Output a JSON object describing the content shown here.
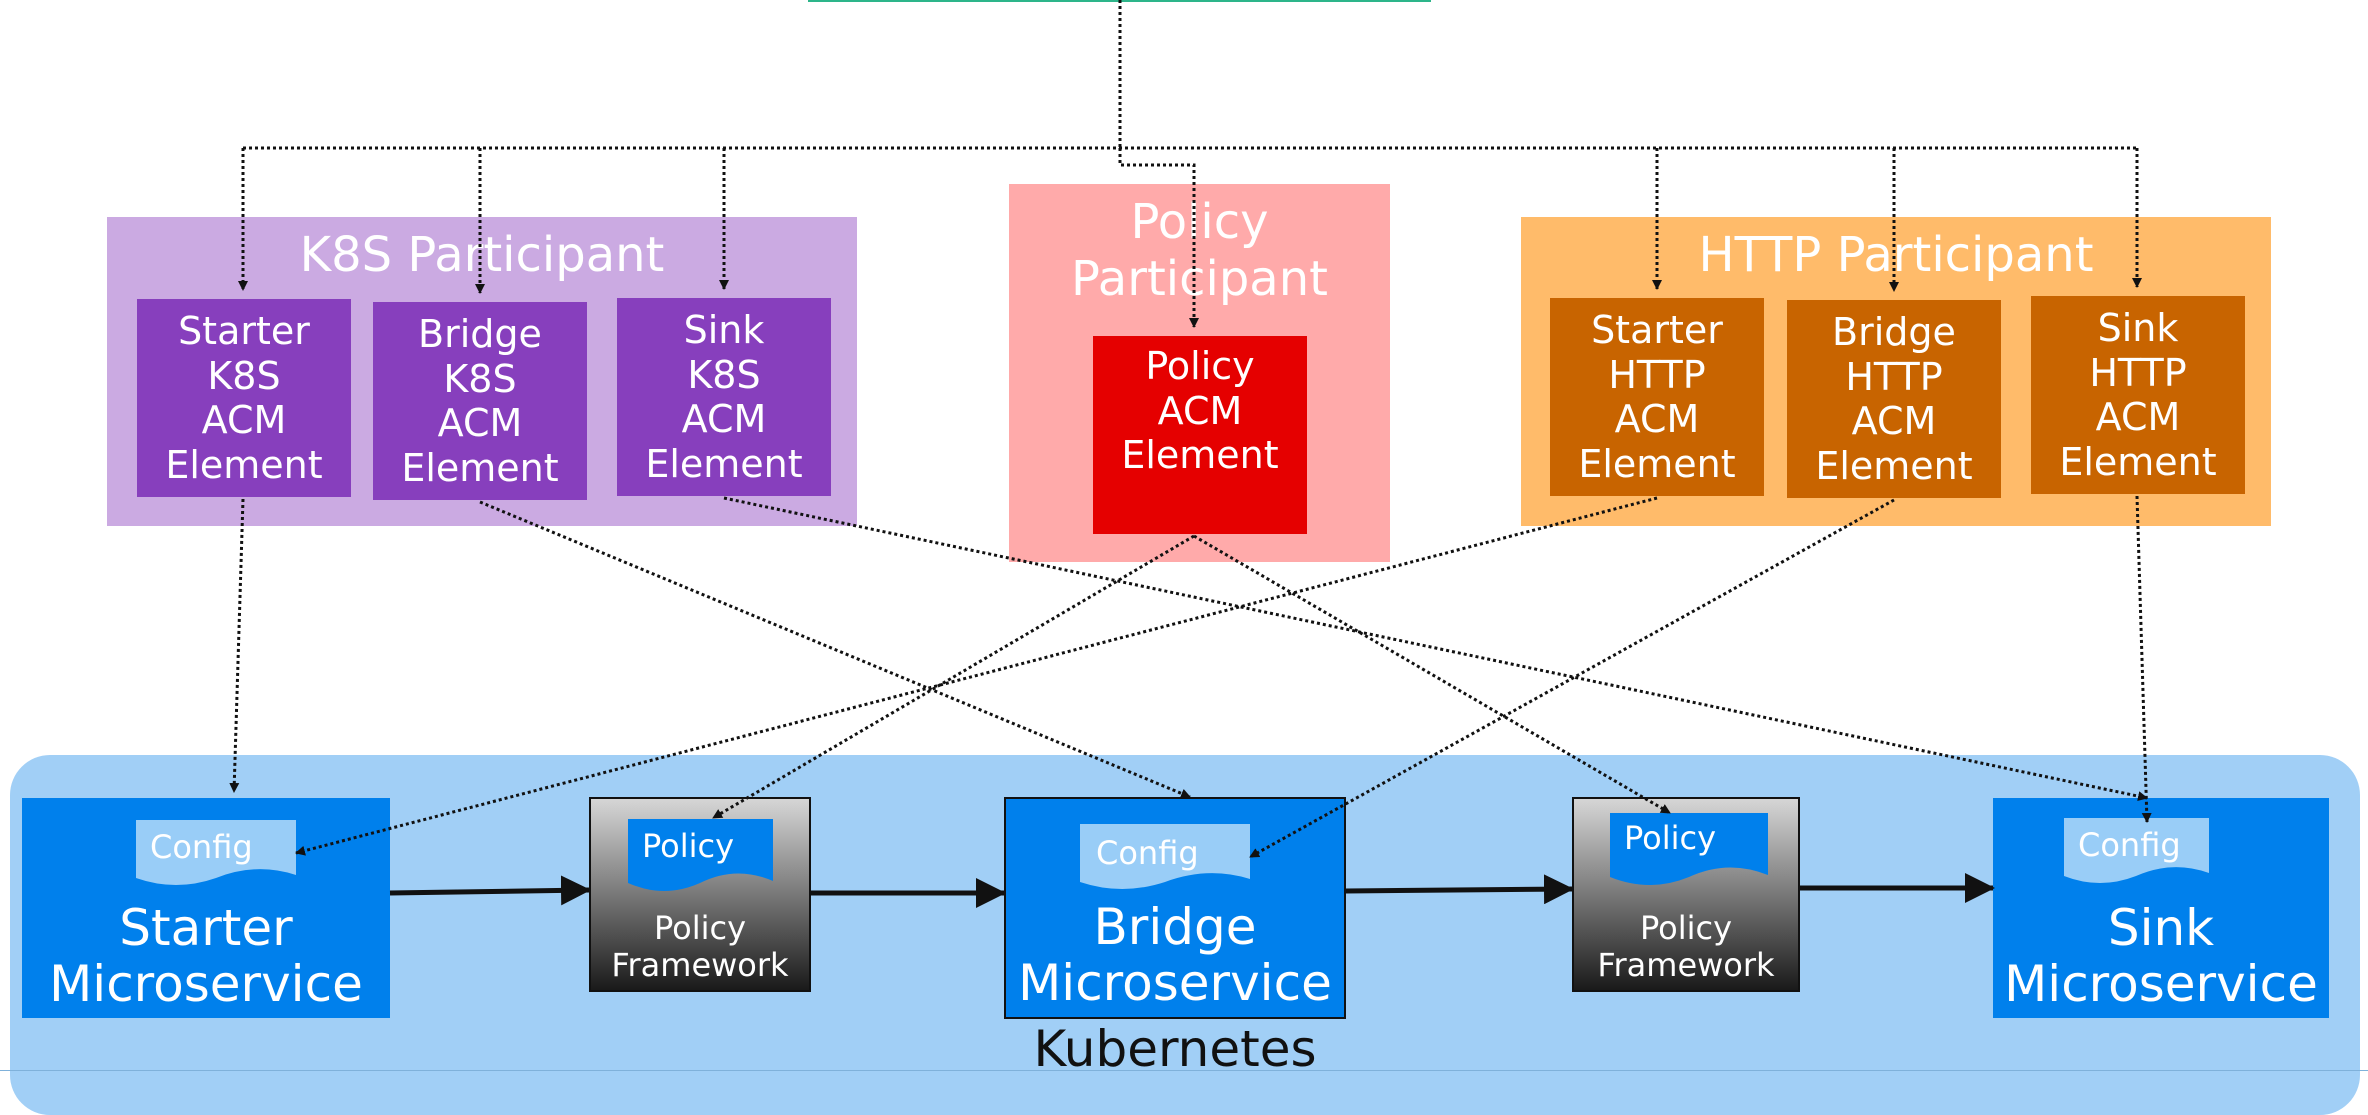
{
  "colors": {
    "k8s_group": "#cbaae2",
    "k8s_element": "#873fbd",
    "policy_group": "#ffaaaa",
    "policy_element": "#e50000",
    "http_group": "#ffbb6a",
    "http_element": "#c86400",
    "kubernetes_area": "#a1cff6",
    "microservice": "#0080ec",
    "config_doc": "#99cdf7",
    "policy_doc": "#0080ec",
    "top_bar": "#2db58a"
  },
  "groups": {
    "k8s": {
      "title": "K8S Participant",
      "elements": [
        {
          "label": "Starter\nK8S\nACM\nElement"
        },
        {
          "label": "Bridge\nK8S\nACM\nElement"
        },
        {
          "label": "Sink\nK8S\nACM\nElement"
        }
      ]
    },
    "policy": {
      "title": "Policy\nParticipant",
      "elements": [
        {
          "label": "Policy\nACM\nElement"
        }
      ]
    },
    "http": {
      "title": "HTTP Participant",
      "elements": [
        {
          "label": "Starter\nHTTP\nACM\nElement"
        },
        {
          "label": "Bridge\nHTTP\nACM\nElement"
        },
        {
          "label": "Sink\nHTTP\nACM\nElement"
        }
      ]
    }
  },
  "kubernetes": {
    "label": "Kubernetes",
    "microservices": [
      {
        "label": "Starter\nMicroservice",
        "doc": "Config"
      },
      {
        "label": "Bridge\nMicroservice",
        "doc": "Config"
      },
      {
        "label": "Sink\nMicroservice",
        "doc": "Config"
      }
    ],
    "policy_frameworks": [
      {
        "label": "Policy\nFramework",
        "doc": "Policy"
      },
      {
        "label": "Policy\nFramework",
        "doc": "Policy"
      }
    ]
  }
}
